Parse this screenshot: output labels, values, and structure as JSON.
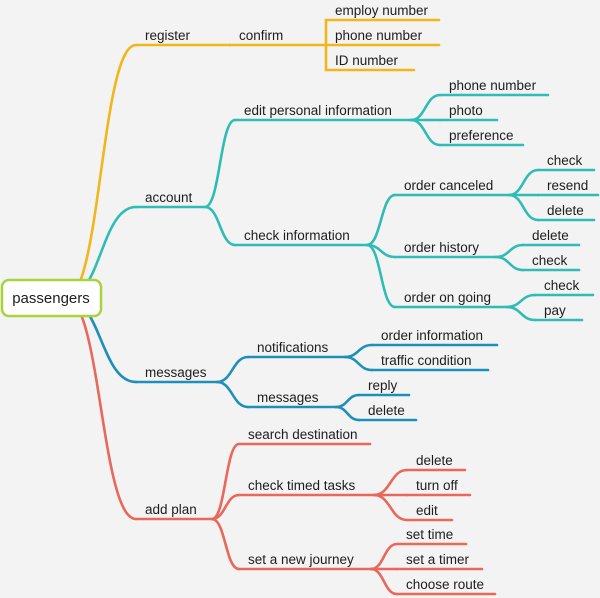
{
  "root": {
    "label": "passengers",
    "color": "#a9d33c"
  },
  "branches": [
    {
      "label": "register",
      "color": "#f2b51c",
      "children": [
        {
          "label": "confirm",
          "children": [
            {
              "label": "employ number"
            },
            {
              "label": "phone number"
            },
            {
              "label": "ID number"
            }
          ]
        }
      ]
    },
    {
      "label": "account",
      "color": "#2ebcb5",
      "children": [
        {
          "label": "edit personal information",
          "children": [
            {
              "label": "phone number"
            },
            {
              "label": "photo"
            },
            {
              "label": "preference"
            }
          ]
        },
        {
          "label": "check information",
          "children": [
            {
              "label": "order canceled",
              "children": [
                {
                  "label": "check"
                },
                {
                  "label": "resend"
                },
                {
                  "label": "delete"
                }
              ]
            },
            {
              "label": "order history",
              "children": [
                {
                  "label": "delete"
                },
                {
                  "label": "check"
                }
              ]
            },
            {
              "label": "order on going",
              "children": [
                {
                  "label": "check"
                },
                {
                  "label": "pay"
                }
              ]
            }
          ]
        }
      ]
    },
    {
      "label": "messages",
      "color": "#1e8fb9",
      "children": [
        {
          "label": "notifications",
          "children": [
            {
              "label": "order information"
            },
            {
              "label": "traffic condition"
            }
          ]
        },
        {
          "label": "messages",
          "children": [
            {
              "label": "reply"
            },
            {
              "label": "delete"
            }
          ]
        }
      ]
    },
    {
      "label": "add plan",
      "color": "#e9675b",
      "children": [
        {
          "label": "search destination"
        },
        {
          "label": "check timed tasks",
          "children": [
            {
              "label": "delete"
            },
            {
              "label": "turn off"
            },
            {
              "label": "edit"
            }
          ]
        },
        {
          "label": "set a new journey",
          "children": [
            {
              "label": "set time"
            },
            {
              "label": "set a timer"
            },
            {
              "label": "choose route"
            }
          ]
        }
      ]
    }
  ]
}
